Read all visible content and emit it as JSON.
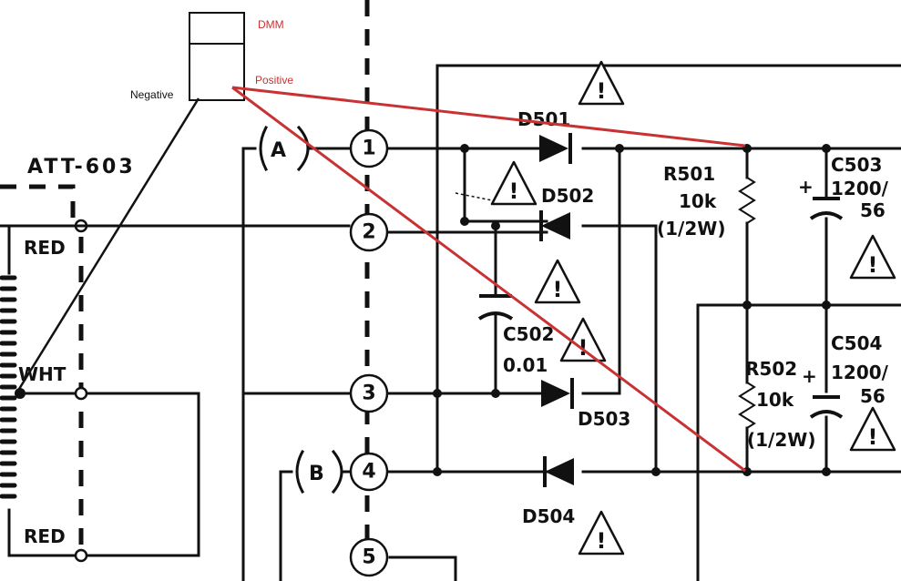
{
  "annotations": {
    "dmm": "DMM",
    "positive": "Positive",
    "negative": "Negative",
    "colors": {
      "red": "#c83232",
      "black": "#111111"
    }
  },
  "connector": {
    "title": "ATT-603",
    "pins": [
      "RED",
      "WHT",
      "RED"
    ]
  },
  "plugs": {
    "a": "A",
    "b": "B"
  },
  "nodes": [
    "1",
    "2",
    "3",
    "4",
    "5"
  ],
  "components": {
    "d501": "D501",
    "d502": "D502",
    "d503": "D503",
    "d504": "D504",
    "r501": {
      "ref": "R501",
      "value": "10k",
      "rating": "(1/2W)"
    },
    "r502": {
      "ref": "R502",
      "value": "10k",
      "rating": "(1/2W)"
    },
    "c502": {
      "ref": "C502",
      "value": "0.01"
    },
    "c503": {
      "ref": "C503",
      "value1": "1200/",
      "value2": "56"
    },
    "c504": {
      "ref": "C504",
      "value1": "1200/",
      "value2": "56"
    },
    "plus": "+"
  },
  "warning_icon": "warning-triangle-icon",
  "warning_mark": "!"
}
